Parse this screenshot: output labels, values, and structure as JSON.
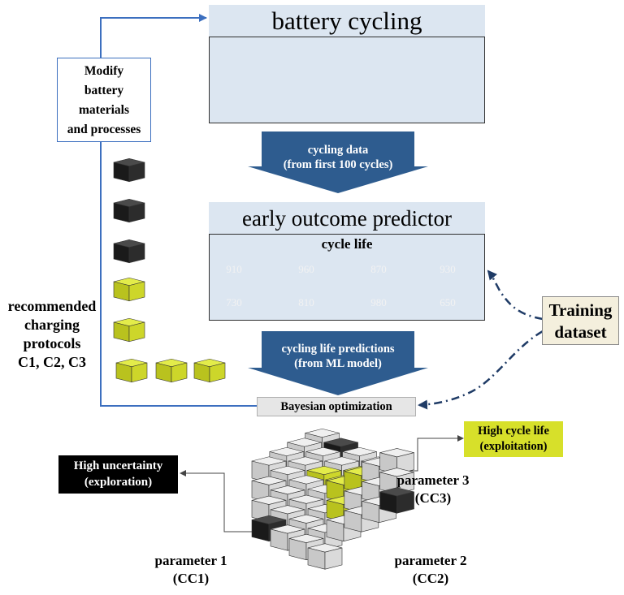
{
  "battery_cycling": {
    "title": "battery cycling"
  },
  "modify": {
    "lines": [
      "Modify",
      "battery",
      "materials",
      "and processes"
    ]
  },
  "cycling_data_arrow": {
    "line1": "cycling data",
    "line2": "(from first 100 cycles)"
  },
  "predictor": {
    "title": "early outcome predictor",
    "subtitle": "cycle life",
    "values": [
      "910",
      "960",
      "870",
      "930",
      "730",
      "810",
      "980",
      "650"
    ]
  },
  "predictions_arrow": {
    "line1": "cycling life predictions",
    "line2": "(from ML model)"
  },
  "training": {
    "line1": "Training",
    "line2": "dataset"
  },
  "bayesian": {
    "label": "Bayesian optimization"
  },
  "recommended": {
    "lines": [
      "recommended",
      "charging",
      "protocols",
      "C1, C2, C3"
    ]
  },
  "exploitation": {
    "line1": "High cycle life",
    "line2": "(exploitation)"
  },
  "exploration": {
    "line1": "High uncertainty",
    "line2": "(exploration)"
  },
  "params": {
    "p1": {
      "line1": "parameter 1",
      "line2": "(CC1)"
    },
    "p2": {
      "line1": "parameter 2",
      "line2": "(CC2)"
    },
    "p3": {
      "line1": "parameter 3",
      "line2": "(CC3)"
    }
  },
  "colors": {
    "panel_fill": "#dce6f1",
    "arrow_blue": "#2e5c8f",
    "line_blue": "#3c6fbf",
    "battery_gray": "#8a8a8a",
    "yellow": "#d7e02a",
    "dark_cube": "#262626",
    "training_fill": "#f4efdd",
    "bayes_fill": "#e6e6e6"
  },
  "icons": [
    "battery-icon",
    "cube-icon",
    "dashdot-arrow"
  ]
}
